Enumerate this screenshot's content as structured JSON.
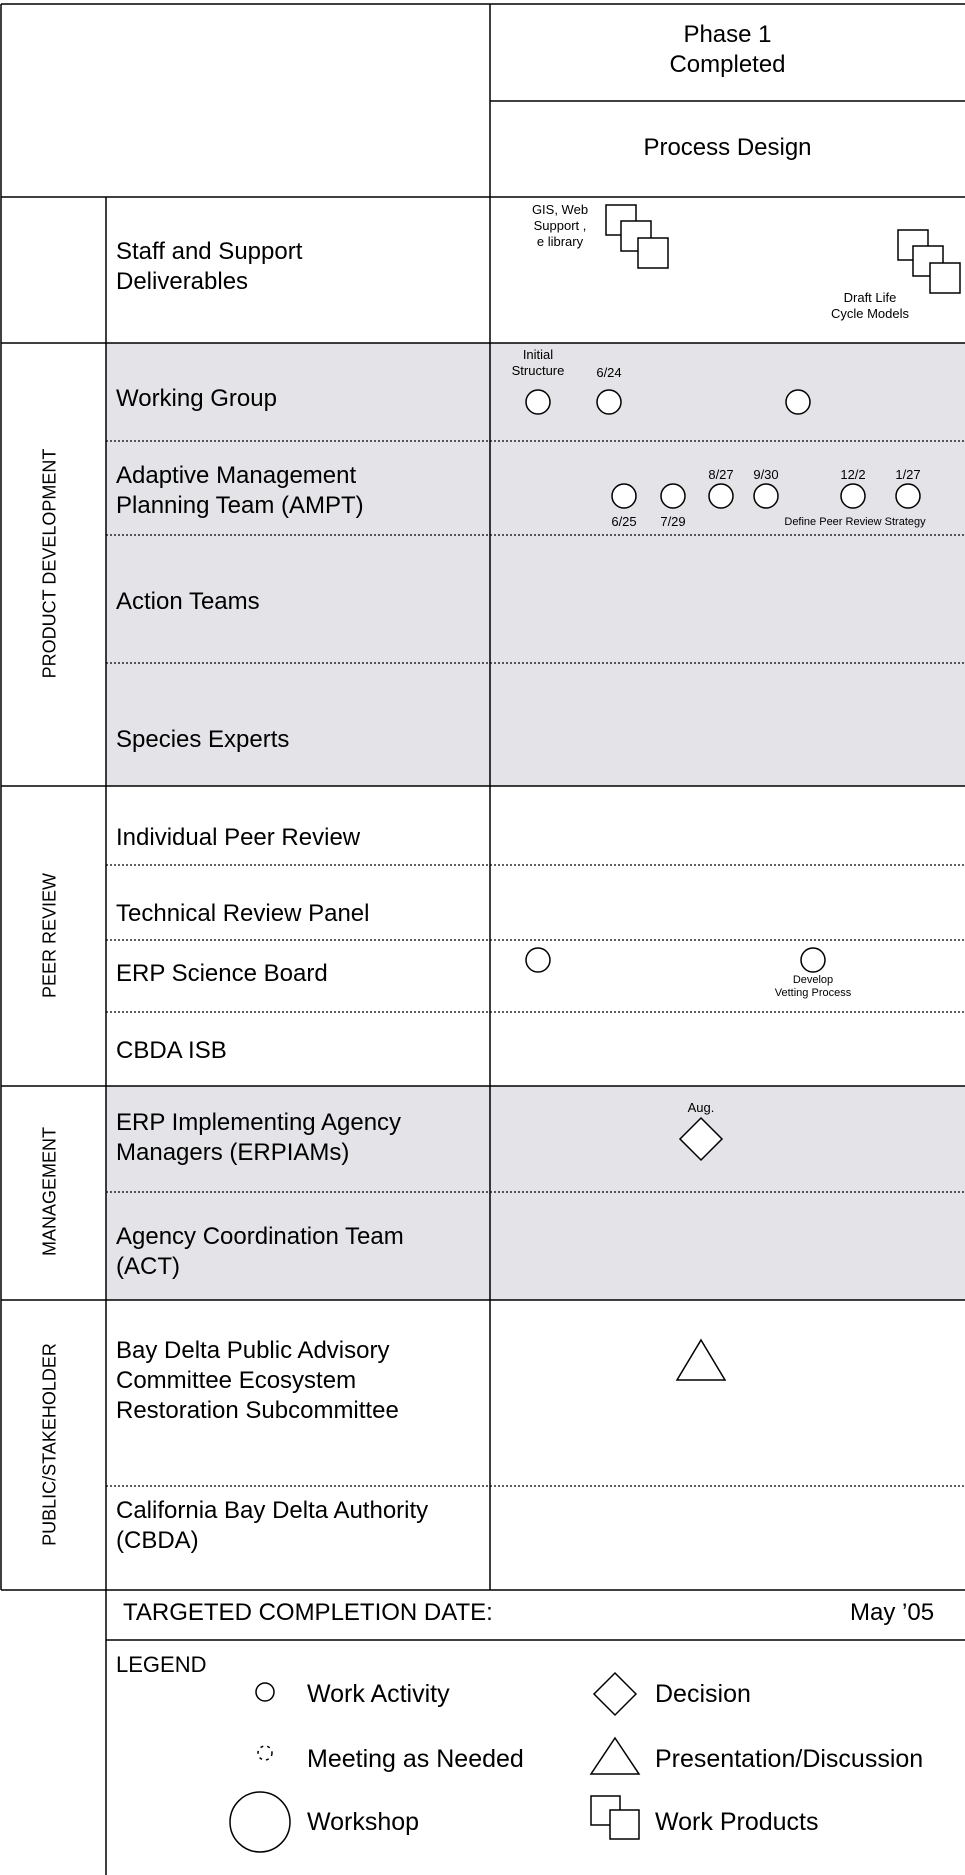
{
  "header": {
    "phase_title": "Phase 1\nCompleted",
    "column_title": "Process Design"
  },
  "rows": {
    "staff_support": "Staff and Support\nDeliverables",
    "working_group": "Working Group",
    "ampt": "Adaptive Management\nPlanning Team (AMPT)",
    "action_teams": "Action Teams",
    "species_experts": "Species Experts",
    "individual_peer_review": "Individual Peer Review",
    "technical_review_panel": "Technical Review Panel",
    "erp_science_board": "ERP Science Board",
    "cbda_isb": "CBDA ISB",
    "erpiams": "ERP Implementing Agency\nManagers (ERPIAMs)",
    "act": "Agency Coordination Team\n(ACT)",
    "bdpac": "Bay Delta Public Advisory\nCommittee Ecosystem\nRestoration Subcommittee",
    "cbda": "California Bay Delta Authority\n(CBDA)"
  },
  "sections": {
    "product_development": "PRODUCT DEVELOPMENT",
    "peer_review": "PEER REVIEW",
    "management": "MANAGEMENT",
    "public_stakeholder": "PUBLIC/STAKEHOLDER"
  },
  "annotations": {
    "gis": "GIS, Web\nSupport ,\ne library",
    "draft_life": "Draft Life\nCycle Models",
    "initial_structure": "Initial\nStructure",
    "wg_date": "6/24",
    "ampt_625": "6/25",
    "ampt_729": "7/29",
    "ampt_827": "8/27",
    "ampt_930": "9/30",
    "ampt_122": "12/2",
    "ampt_127": "1/27",
    "define_peer": "Define Peer Review Strategy",
    "develop_vetting": "Develop\nVetting Process",
    "aug": "Aug."
  },
  "footer": {
    "targeted_label": "TARGETED COMPLETION DATE:",
    "targeted_value": "May ’05"
  },
  "legend": {
    "title": "LEGEND",
    "work_activity": "Work Activity",
    "meeting": "Meeting as Needed",
    "workshop": "Workshop",
    "decision": "Decision",
    "presentation": "Presentation/Discussion",
    "work_products": "Work Products"
  },
  "colors": {
    "shaded_row": "#e3e3e8",
    "line": "#000000"
  }
}
